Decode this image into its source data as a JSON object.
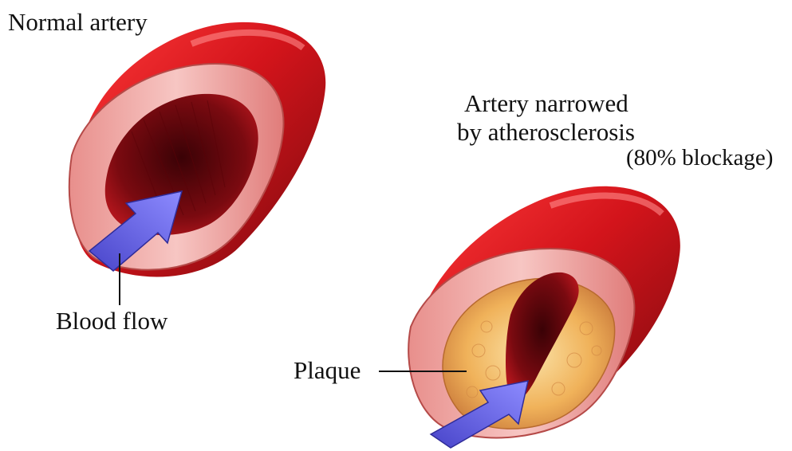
{
  "labels": {
    "normal_artery": "Normal artery",
    "narrowed_line1": "Artery narrowed",
    "narrowed_line2": "by atherosclerosis",
    "blockage": "(80% blockage)",
    "blood_flow": "Blood flow",
    "plaque": "Plaque"
  },
  "colors": {
    "artery_red": "#d3141b",
    "artery_dark": "#8e0a10",
    "wall_pink": "#f3b3b0",
    "plaque_yellow": "#f4c26a",
    "flow_arrow": "#6b68e6"
  }
}
